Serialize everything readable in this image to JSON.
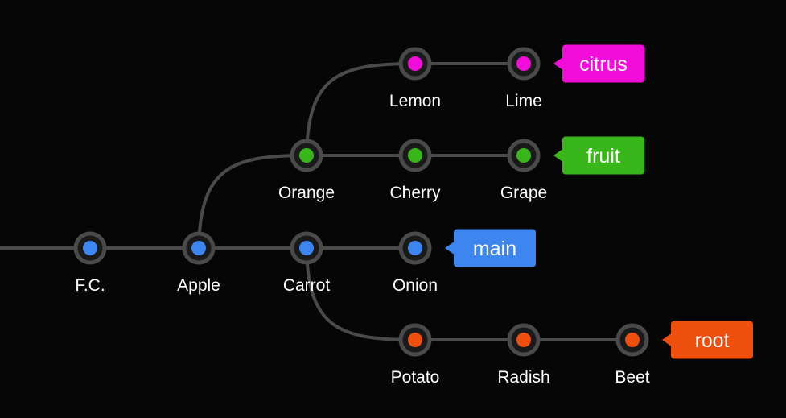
{
  "colors": {
    "background": "#060606",
    "edge": "#4a4a4a",
    "ring": "#4a4a4a",
    "blue": "#3d86f0",
    "green": "#39b71a",
    "magenta": "#f20ddb",
    "orange": "#f0500d"
  },
  "commits": [
    {
      "id": "fc",
      "label": "F.C.",
      "branch": "main"
    },
    {
      "id": "apple",
      "label": "Apple",
      "branch": "main"
    },
    {
      "id": "carrot",
      "label": "Carrot",
      "branch": "main"
    },
    {
      "id": "onion",
      "label": "Onion",
      "branch": "main"
    },
    {
      "id": "orange",
      "label": "Orange",
      "branch": "fruit"
    },
    {
      "id": "cherry",
      "label": "Cherry",
      "branch": "fruit"
    },
    {
      "id": "grape",
      "label": "Grape",
      "branch": "fruit"
    },
    {
      "id": "lemon",
      "label": "Lemon",
      "branch": "citrus"
    },
    {
      "id": "lime",
      "label": "Lime",
      "branch": "citrus"
    },
    {
      "id": "potato",
      "label": "Potato",
      "branch": "root"
    },
    {
      "id": "radish",
      "label": "Radish",
      "branch": "root"
    },
    {
      "id": "beet",
      "label": "Beet",
      "branch": "root"
    }
  ],
  "branches": [
    {
      "name": "citrus",
      "label": "citrus",
      "color": "#f20ddb",
      "head": "lime"
    },
    {
      "name": "fruit",
      "label": "fruit",
      "color": "#39b71a",
      "head": "grape"
    },
    {
      "name": "main",
      "label": "main",
      "color": "#3d86f0",
      "head": "onion"
    },
    {
      "name": "root",
      "label": "root",
      "color": "#f0500d",
      "head": "beet"
    }
  ],
  "edges": [
    {
      "from": "fc",
      "to": "apple"
    },
    {
      "from": "apple",
      "to": "carrot"
    },
    {
      "from": "carrot",
      "to": "onion"
    },
    {
      "from": "apple",
      "to": "orange"
    },
    {
      "from": "orange",
      "to": "cherry"
    },
    {
      "from": "cherry",
      "to": "grape"
    },
    {
      "from": "orange",
      "to": "lemon"
    },
    {
      "from": "lemon",
      "to": "lime"
    },
    {
      "from": "carrot",
      "to": "potato"
    },
    {
      "from": "potato",
      "to": "radish"
    },
    {
      "from": "radish",
      "to": "beet"
    }
  ]
}
